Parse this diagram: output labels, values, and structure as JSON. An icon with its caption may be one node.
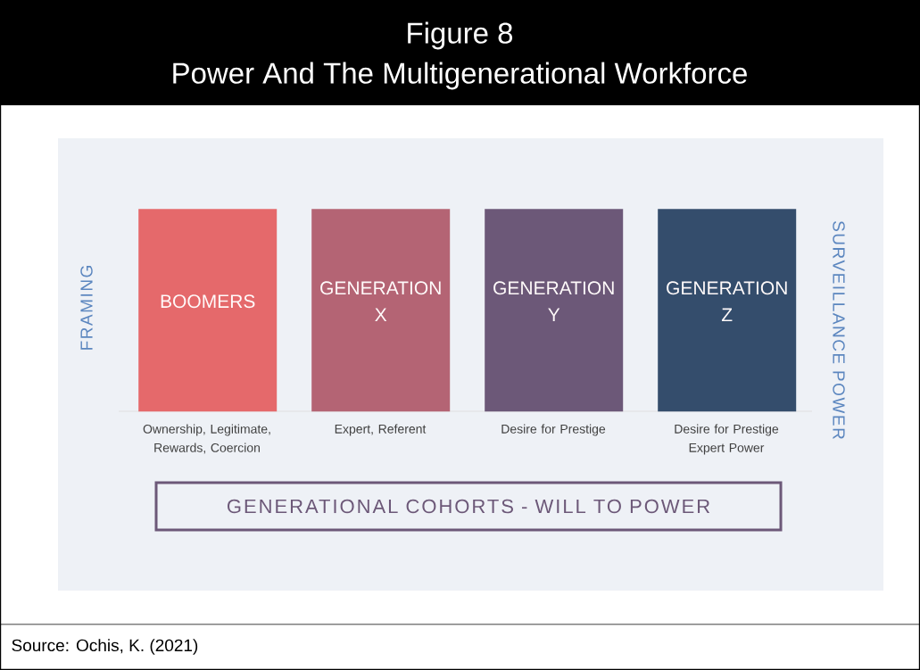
{
  "diagram": {
    "title": "Figure 8",
    "caption": "Source: Ochis, K. (2021)",
    "nodes": [
      {
        "text": [
          "BOOMERS"
        ],
        "beside": [
          "Ownership, Legitimate, Rewards, Coercion"
        ]
      },
      {
        "text": [
          "GENERATION X"
        ],
        "beside": [
          "Expert, Referent"
        ]
      },
      {
        "text": [
          "GENERATION Y"
        ],
        "beside": [
          "Desire for Prestige"
        ]
      },
      {
        "text": [
          "GENERATION Z"
        ],
        "beside": [
          "Desire for Prestige Expert Power"
        ]
      },
      {
        "text": [
          "GENERATIONAL COHORTS - WILL TO POWER"
        ]
      }
    ],
    "labels": [
      "Power And The Multigenerational Workforce",
      "FRAMING",
      "SURVEILLANCE POWER"
    ]
  }
}
